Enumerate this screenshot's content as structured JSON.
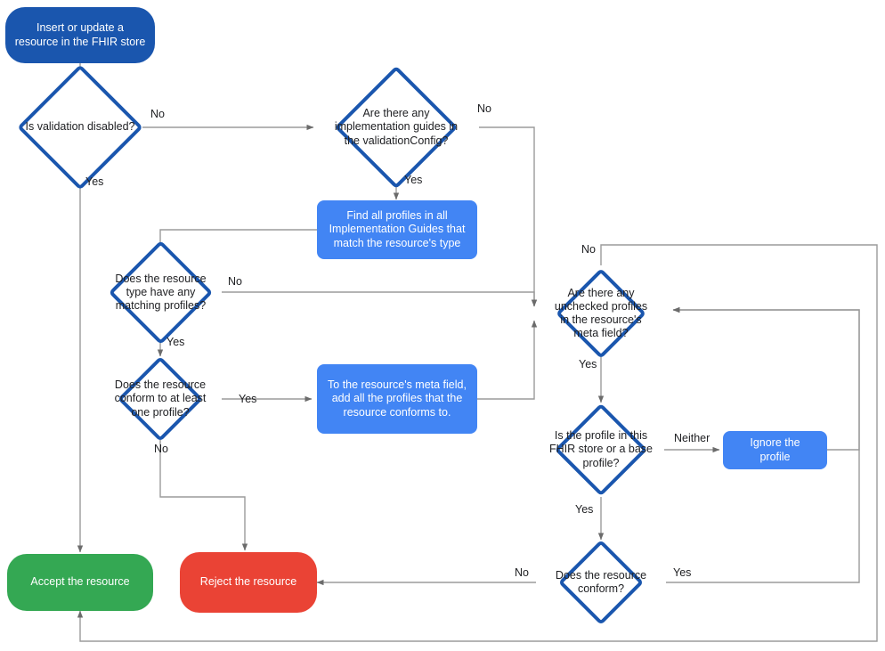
{
  "diagram": {
    "title": "FHIR resource validation flowchart",
    "colors": {
      "start_fill": "#1A56AE",
      "process_fill": "#4285F4",
      "accept_fill": "#34A853",
      "reject_fill": "#EA4335",
      "decision_stroke": "#1A56AE",
      "decision_fill": "#FFFFFF",
      "connector": "#7F7F7F",
      "text_dark": "#202124",
      "text_light": "#FFFFFF"
    },
    "nodes": {
      "start": {
        "label": "Insert or update a resource in the FHIR store",
        "shape": "terminator"
      },
      "d_validation_disabled": {
        "label": "Is validation disabled?",
        "shape": "decision"
      },
      "d_impl_guides": {
        "label": "Are there any implementation guides in the validationConfig?",
        "shape": "decision"
      },
      "p_find_profiles": {
        "label": "Find all profiles in all Implementation Guides that match the resource's type",
        "shape": "process"
      },
      "d_matching_profiles": {
        "label": "Does the resource type have any matching profiles?",
        "shape": "decision"
      },
      "d_conform_one": {
        "label": "Does the resource conform to at least one profile?",
        "shape": "decision"
      },
      "p_add_meta": {
        "label": "To the resource's meta field, add all the profiles that the resource conforms to.",
        "shape": "process"
      },
      "d_unchecked_profiles": {
        "label": "Are there any unchecked profiles in the resource's meta field?",
        "shape": "decision"
      },
      "d_profile_location": {
        "label": "Is the profile in this FHIR store or a base profile?",
        "shape": "decision"
      },
      "p_ignore_profile": {
        "label": "Ignore the profile",
        "shape": "process"
      },
      "d_resource_conform": {
        "label": "Does the resource conform?",
        "shape": "decision"
      },
      "t_accept": {
        "label": "Accept the resource",
        "shape": "terminator"
      },
      "t_reject": {
        "label": "Reject the resource",
        "shape": "terminator"
      }
    },
    "edge_labels": {
      "validation_no": "No",
      "validation_yes": "Yes",
      "impl_no": "No",
      "impl_yes": "Yes",
      "matching_no": "No",
      "matching_yes": "Yes",
      "conform_one_yes": "Yes",
      "conform_one_no": "No",
      "unchecked_no": "No",
      "unchecked_yes": "Yes",
      "location_neither": "Neither",
      "location_yes": "Yes",
      "resource_conform_no": "No",
      "resource_conform_yes": "Yes"
    }
  }
}
